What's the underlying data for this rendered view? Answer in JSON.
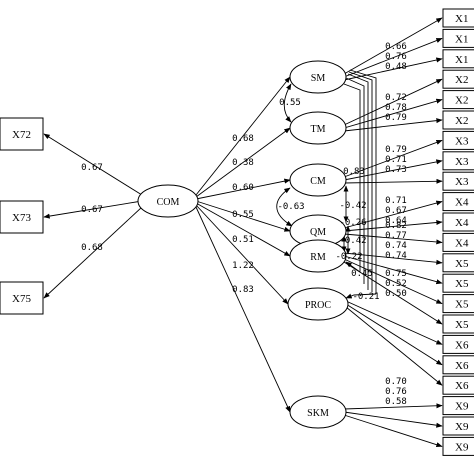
{
  "diagram": {
    "latent": {
      "center": "COM",
      "subs": [
        "SM",
        "TM",
        "CM",
        "QM",
        "RM",
        "PROC",
        "SKM"
      ]
    },
    "left_observed": [
      {
        "label": "X72",
        "coef": "0.67"
      },
      {
        "label": "X73",
        "coef": "0.67"
      },
      {
        "label": "X75",
        "coef": "0.68"
      }
    ],
    "com_paths": [
      "0.68",
      "0.38",
      "0.60",
      "0.55",
      "0.51",
      "1.22",
      "0.83"
    ],
    "correlations": [
      {
        "label": "0.55",
        "between": "SM-TM"
      },
      {
        "label": "0.83",
        "between": "CM-QM"
      },
      {
        "label": "-0.42",
        "between": "CM-QM"
      },
      {
        "label": "-0.63",
        "between": "CM-QM"
      },
      {
        "label": "-0.26",
        "between": "QM-RM"
      },
      {
        "label": "-0.42",
        "between": "QM-RM"
      },
      {
        "label": "-0.22",
        "between": "QM-RM"
      },
      {
        "label": "0.45",
        "between": "SM-RM"
      },
      {
        "label": "-0.21",
        "between": "SM-PROC"
      }
    ],
    "indicator_coefs": {
      "SM": [
        "0.66",
        "0.76",
        "0.48"
      ],
      "TM": [
        "0.72",
        "0.78",
        "0.79"
      ],
      "CM": [
        "0.79",
        "0.71",
        "0.73"
      ],
      "QM": [
        "0.71",
        "0.67",
        "0.64"
      ],
      "RM": [
        "0.82",
        "0.77",
        "0.74",
        "0.74"
      ],
      "PROC": [
        "0.75",
        "0.52",
        "0.50"
      ],
      "SKM": [
        "0.70",
        "0.76",
        "0.58"
      ]
    },
    "right_box_labels": [
      "X1",
      "X1",
      "X1",
      "X2",
      "X2",
      "X2",
      "X3",
      "X3",
      "X3",
      "X4",
      "X4",
      "X4",
      "X5",
      "X5",
      "X5",
      "X5",
      "X6",
      "X6",
      "X6",
      "X9",
      "X9",
      "X9"
    ]
  }
}
